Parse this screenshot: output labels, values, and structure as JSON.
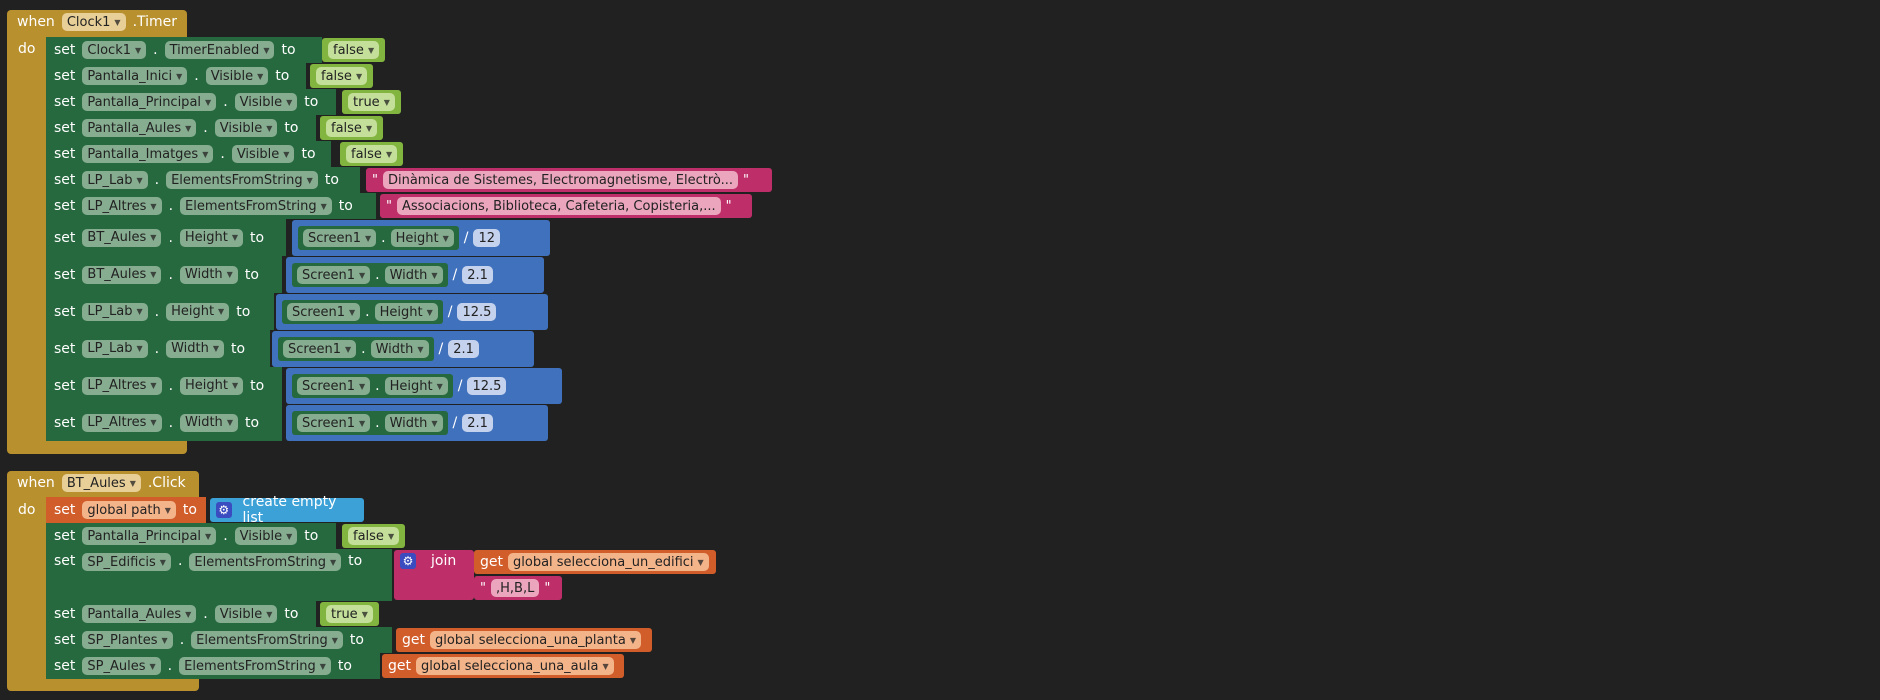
{
  "event1": {
    "when": "when",
    "component": "Clock1",
    "event": ".Timer",
    "do": "do"
  },
  "event2": {
    "when": "when",
    "component": "BT_Aules",
    "event": ".Click",
    "do": "do"
  },
  "kw": {
    "set": "set",
    "to": "to",
    "dot": ".",
    "get": "get",
    "join": "join",
    "slash": "/",
    "quote": "\""
  },
  "block1": [
    {
      "comp": "Clock1",
      "prop": "TimerEnabled",
      "value": "false"
    },
    {
      "comp": "Pantalla_Inici",
      "prop": "Visible",
      "value": "false"
    },
    {
      "comp": "Pantalla_Principal",
      "prop": "Visible",
      "value": "true"
    },
    {
      "comp": "Pantalla_Aules",
      "prop": "Visible",
      "value": "false"
    },
    {
      "comp": "Pantalla_Imatges",
      "prop": "Visible",
      "value": "false"
    },
    {
      "comp": "LP_Lab",
      "prop": "ElementsFromString",
      "value": "Dinàmica de Sistemes, Electromagnetisme, Electrò..."
    },
    {
      "comp": "LP_Altres",
      "prop": "ElementsFromString",
      "value": "Associacions, Biblioteca, Cafeteria, Copisteria,..."
    },
    {
      "comp": "BT_Aules",
      "prop": "Height",
      "screen": "Screen1",
      "sprop": "Height",
      "div": "12"
    },
    {
      "comp": "BT_Aules",
      "prop": "Width",
      "screen": "Screen1",
      "sprop": "Width",
      "div": "2.1"
    },
    {
      "comp": "LP_Lab",
      "prop": "Height",
      "screen": "Screen1",
      "sprop": "Height",
      "div": "12.5"
    },
    {
      "comp": "LP_Lab",
      "prop": "Width",
      "screen": "Screen1",
      "sprop": "Width",
      "div": "2.1"
    },
    {
      "comp": "LP_Altres",
      "prop": "Height",
      "screen": "Screen1",
      "sprop": "Height",
      "div": "12.5"
    },
    {
      "comp": "LP_Altres",
      "prop": "Width",
      "screen": "Screen1",
      "sprop": "Width",
      "div": "2.1"
    }
  ],
  "block2": {
    "row1": {
      "var": "global path",
      "value": "create empty list"
    },
    "row2": {
      "comp": "Pantalla_Principal",
      "prop": "Visible",
      "value": "false"
    },
    "row3": {
      "comp": "SP_Edificis",
      "prop": "ElementsFromString",
      "getvar": "global selecciona_un_edifici",
      "text": ",H,B,L"
    },
    "row4": {
      "comp": "Pantalla_Aules",
      "prop": "Visible",
      "value": "true"
    },
    "row5": {
      "comp": "SP_Plantes",
      "prop": "ElementsFromString",
      "getvar": "global selecciona_una_planta"
    },
    "row6": {
      "comp": "SP_Aules",
      "prop": "ElementsFromString",
      "getvar": "global selecciona_una_aula"
    }
  }
}
